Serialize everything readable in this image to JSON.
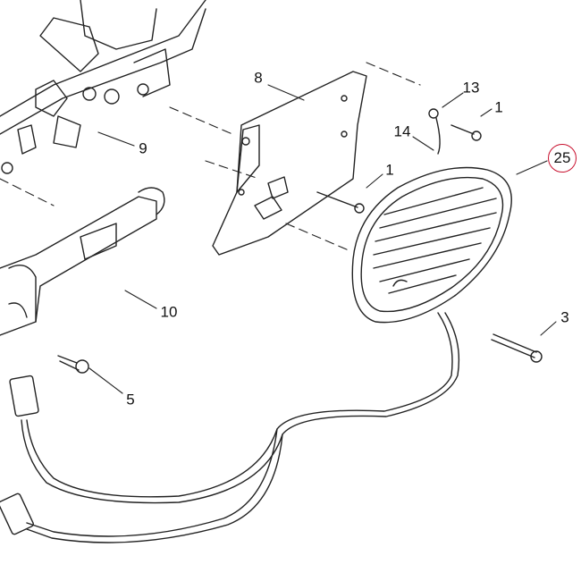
{
  "callouts": {
    "c8": "8",
    "c13": "13",
    "c1a": "1",
    "c14": "14",
    "c9": "9",
    "c25": "25",
    "c1b": "1",
    "c10": "10",
    "c3": "3",
    "c5": "5"
  },
  "colors": {
    "highlight": "#c8102e",
    "line": "#222222"
  }
}
